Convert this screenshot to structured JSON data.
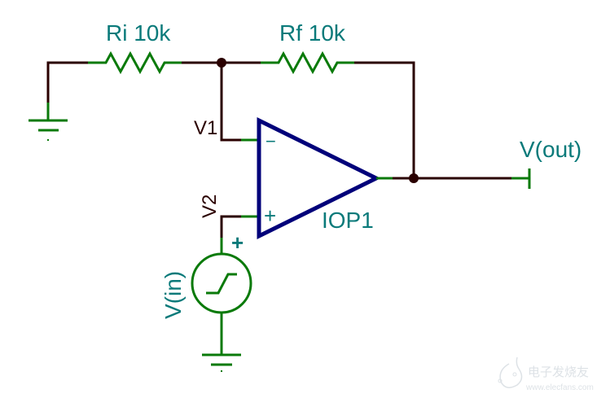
{
  "schematic": {
    "title": "Non-inverting op-amp amplifier",
    "components": {
      "ri": {
        "name": "Ri",
        "value": "10k",
        "label": "Ri 10k"
      },
      "rf": {
        "name": "Rf",
        "value": "10k",
        "label": "Rf 10k"
      },
      "opamp": {
        "label": "IOP1",
        "minus_symbol": "−",
        "plus_symbol": "+"
      },
      "source": {
        "label": "V(in)",
        "polarity": "+"
      }
    },
    "nodes": {
      "v1": "V1",
      "v2": "V2",
      "vout": "V(out)"
    },
    "colors": {
      "wire": "#2a0000",
      "component": "#0a7a0a",
      "opamp": "#00007a",
      "label": "#0a7a7a"
    }
  },
  "watermark": {
    "line1": "电子发烧友",
    "line2": "www.elecfans.com"
  }
}
